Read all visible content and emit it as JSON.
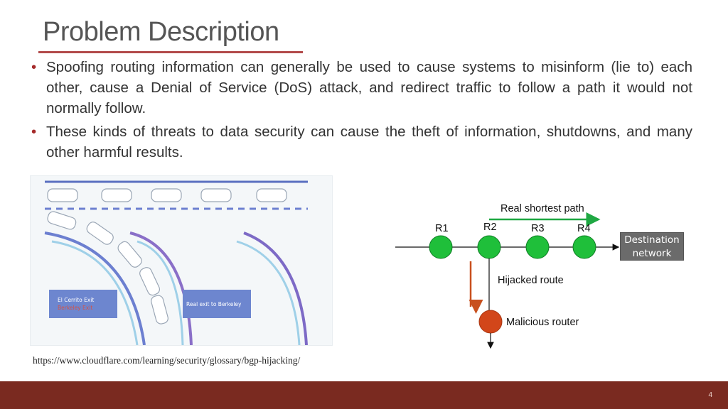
{
  "slide": {
    "title": "Problem Description",
    "bullets": [
      "Spoofing routing information can generally be used to cause systems to misinform (lie to) each other, cause a Denial of Service (DoS) attack, and redirect traffic to follow a path it would not normally follow.",
      "These kinds of threats to data security can cause the theft of information, shutdowns, and many other harmful results."
    ],
    "bullet_marker": "•",
    "credit": "https://www.cloudflare.com/learning/security/glossary/bgp-hijacking/",
    "page_number": "4"
  },
  "illustration": {
    "sign_left_line1": "El Cerrito Exit",
    "sign_left_line2": "Berkeley Exit",
    "sign_right": "Real exit to Berkeley"
  },
  "diagram": {
    "real_path_label": "Real shortest path",
    "routers": [
      "R1",
      "R2",
      "R3",
      "R4"
    ],
    "destination_line1": "Destination",
    "destination_line2": "network",
    "hijacked_label": "Hijacked route",
    "malicious_label": "Malicious router",
    "colors": {
      "router": "#1fbf3a",
      "real_path": "#1fa843",
      "hijack_arrow": "#c8501e",
      "malicious": "#d2461a"
    }
  }
}
